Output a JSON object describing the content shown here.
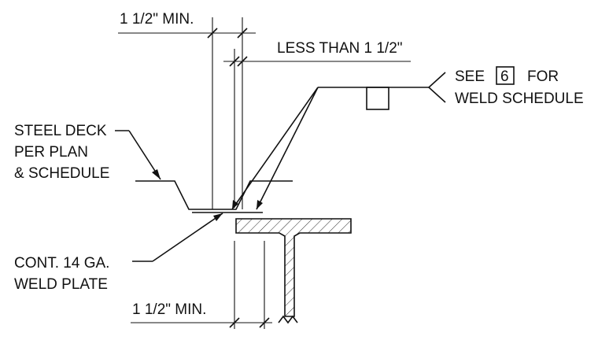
{
  "labels": {
    "top_dimension": "1 1/2\" MIN.",
    "less_than": "LESS THAN 1 1/2\"",
    "see_prefix": "SEE",
    "see_ref": "6",
    "see_for": "FOR",
    "weld_schedule": "WELD SCHEDULE",
    "deck_line1": "STEEL DECK",
    "deck_line2": "PER PLAN",
    "deck_line3": "& SCHEDULE",
    "plate_line1": "CONT. 14 GA.",
    "plate_line2": "WELD PLATE",
    "bottom_dimension": "1 1/2\" MIN."
  }
}
